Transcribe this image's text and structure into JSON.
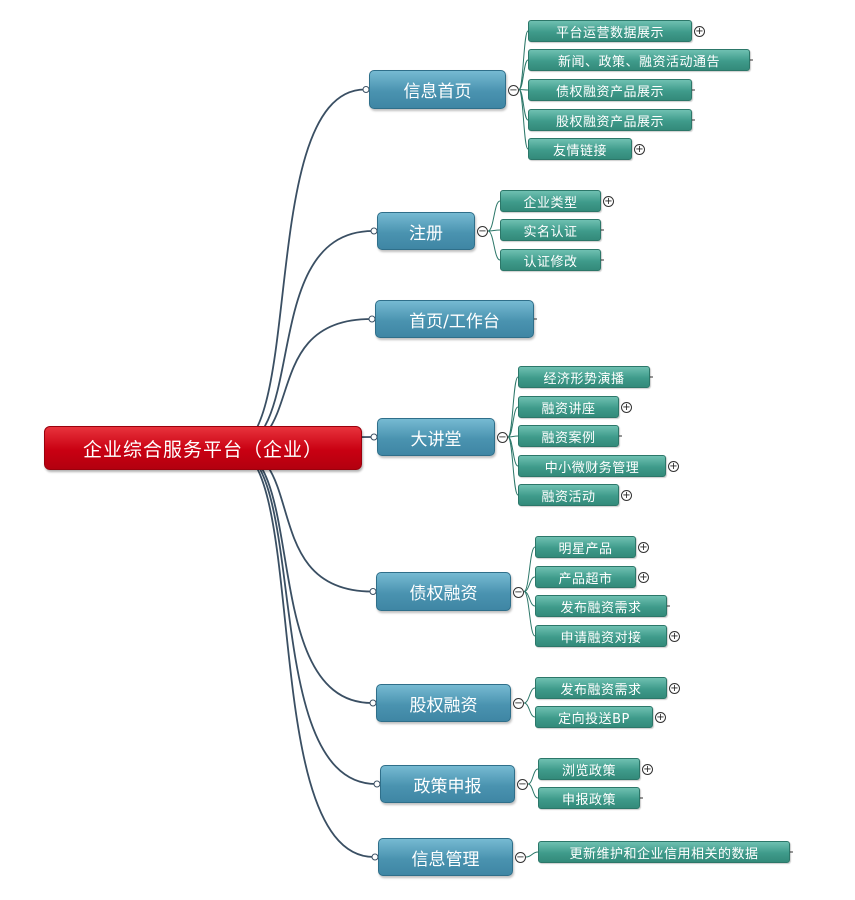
{
  "root": {
    "label": "企业综合服务平台（企业）"
  },
  "branches": [
    {
      "label": "信息首页",
      "children": [
        {
          "label": "平台运营数据展示",
          "expand": "+"
        },
        {
          "label": "新闻、政策、融资活动通告"
        },
        {
          "label": "债权融资产品展示"
        },
        {
          "label": "股权融资产品展示"
        },
        {
          "label": "友情链接",
          "expand": "+"
        }
      ]
    },
    {
      "label": "注册",
      "children": [
        {
          "label": "企业类型",
          "expand": "+"
        },
        {
          "label": "实名认证"
        },
        {
          "label": "认证修改"
        }
      ]
    },
    {
      "label": "首页/工作台",
      "children": []
    },
    {
      "label": "大讲堂",
      "children": [
        {
          "label": "经济形势演播"
        },
        {
          "label": "融资讲座",
          "expand": "+"
        },
        {
          "label": "融资案例"
        },
        {
          "label": "中小微财务管理",
          "expand": "+"
        },
        {
          "label": "融资活动",
          "expand": "+"
        }
      ]
    },
    {
      "label": "债权融资",
      "children": [
        {
          "label": "明星产品",
          "expand": "+"
        },
        {
          "label": "产品超市",
          "expand": "+"
        },
        {
          "label": "发布融资需求"
        },
        {
          "label": "申请融资对接",
          "expand": "+"
        }
      ]
    },
    {
      "label": "股权融资",
      "children": [
        {
          "label": "发布融资需求",
          "expand": "+"
        },
        {
          "label": "定向投送BP",
          "expand": "+"
        }
      ]
    },
    {
      "label": "政策申报",
      "children": [
        {
          "label": "浏览政策",
          "expand": "+"
        },
        {
          "label": "申报政策"
        }
      ]
    },
    {
      "label": "信息管理",
      "children": [
        {
          "label": "更新维护和企业信用相关的数据"
        }
      ]
    }
  ],
  "collapse_glyph": "−",
  "colors": {
    "root": "#c90012",
    "branch": "#4a93b0",
    "leaf": "#3f9b8b",
    "connector": "#3a4f63",
    "leaf_connector": "#2c7769"
  }
}
